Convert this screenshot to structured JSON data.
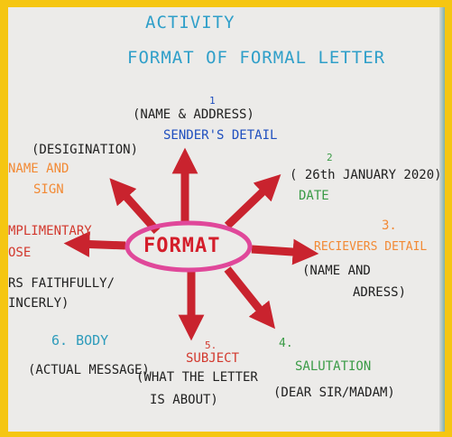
{
  "title": {
    "line1": "ACTIVITY",
    "line2": "FORMAT OF FORMAL LETTER"
  },
  "center": "FORMAT",
  "sender": {
    "number": "1",
    "detail": "(NAME & ADDRESS)",
    "heading": "SENDER'S DETAIL"
  },
  "date": {
    "number": "2",
    "detail": "( 26th JANUARY 2020)",
    "heading": "DATE"
  },
  "receiver": {
    "number": "3.",
    "heading": "RECIEVERS DETAIL",
    "detail_line1": "(NAME AND",
    "detail_line2": "ADRESS)"
  },
  "salutation": {
    "number": "4.",
    "heading": "SALUTATION",
    "detail": "(DEAR SIR/MADAM)"
  },
  "subject": {
    "number": "5.",
    "heading": "SUBJECT",
    "detail_line1": "(WHAT THE LETTER",
    "detail_line2": "IS ABOUT)"
  },
  "body": {
    "heading": "6. BODY",
    "detail": "(ACTUAL MESSAGE)"
  },
  "closing": {
    "heading_line1": "MPLIMENTARY",
    "heading_line2": "OSE",
    "detail_line1": "RS FAITHFULLY/",
    "detail_line2": "INCERLY)"
  },
  "signature": {
    "designation": "(DESIGINATION)",
    "heading_line1": "NAME AND",
    "heading_line2": "SIGN"
  },
  "colors": {
    "frame": "#f5c612",
    "paper": "#ecebe9",
    "arrow": "#c9232e",
    "oval": "#e0489a"
  }
}
